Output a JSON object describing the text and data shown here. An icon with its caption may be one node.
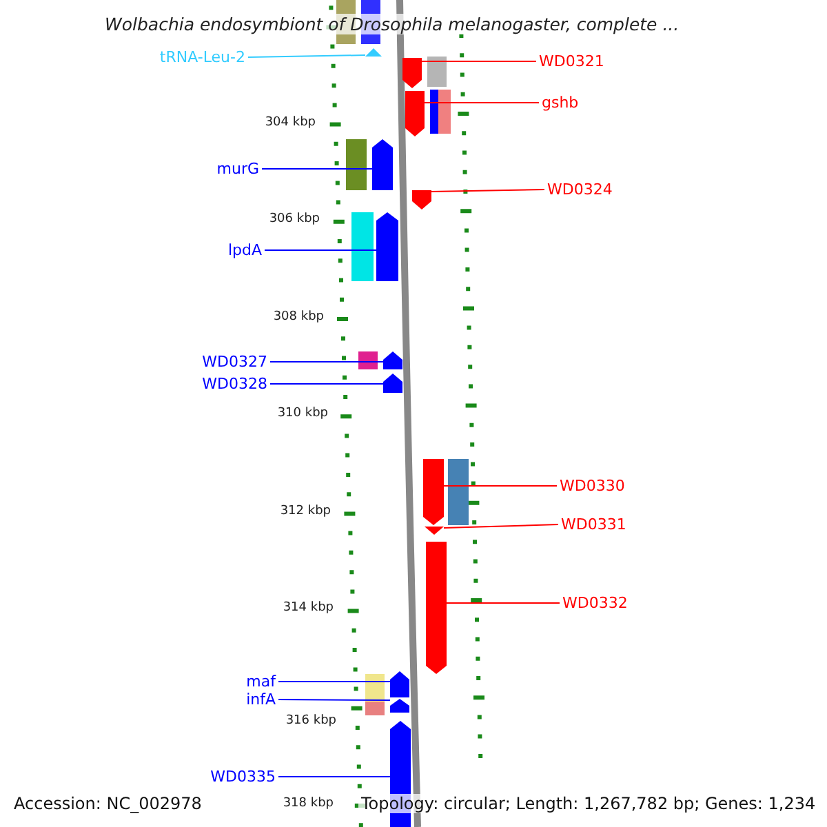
{
  "diagram": {
    "title": "Wolbachia endosymbiont of Drosophila melanogaster, complete ...",
    "nodes": [
      {
        "text": [
          "tRNA-Leu-2"
        ]
      },
      {
        "text": [],
        "shape": "triangle"
      },
      {
        "text": [
          "WD0321"
        ]
      },
      {
        "text": [],
        "shape": "pentagon"
      },
      {
        "text": [
          "gshb"
        ]
      },
      {
        "text": [],
        "shape": "bar"
      },
      {
        "text": [
          "murG"
        ]
      },
      {
        "text": [],
        "shape": "bar"
      },
      {
        "text": [
          "WD0324"
        ]
      },
      {
        "text": [],
        "shape": "pentagon"
      },
      {
        "text": [
          "lpdA"
        ]
      },
      {
        "text": [],
        "shape": "bar"
      },
      {
        "text": [
          "WD0327"
        ]
      },
      {
        "text": [],
        "shape": "pentagon"
      },
      {
        "text": [
          "WD0328"
        ]
      },
      {
        "text": [],
        "shape": "pentagon"
      },
      {
        "text": [
          "WD0330"
        ]
      },
      {
        "text": [],
        "shape": "bar"
      },
      {
        "text": [
          "WD0331"
        ]
      },
      {
        "text": [],
        "shape": "triangle"
      },
      {
        "text": [
          "WD0332"
        ]
      },
      {
        "text": [],
        "shape": "bar"
      },
      {
        "text": [
          "maf"
        ]
      },
      {
        "text": [],
        "shape": "pentagon"
      },
      {
        "text": [
          "infA"
        ]
      },
      {
        "text": [],
        "shape": "pentagon"
      },
      {
        "text": [
          "WD0335"
        ]
      },
      {
        "text": [],
        "shape": "bar"
      }
    ],
    "edges": [
      {
        "from": 0,
        "to": 1,
        "arrow": "none",
        "color": "#33ccff"
      },
      {
        "from": 2,
        "to": 3,
        "arrow": "none",
        "color": "#ff0000"
      },
      {
        "from": 4,
        "to": 5,
        "arrow": "none",
        "color": "#ff0000"
      },
      {
        "from": 6,
        "to": 7,
        "arrow": "none"
      },
      {
        "from": 8,
        "to": 9,
        "arrow": "none",
        "color": "#ff0000"
      },
      {
        "from": 10,
        "to": 11,
        "arrow": "none"
      },
      {
        "from": 12,
        "to": 13,
        "arrow": "none"
      },
      {
        "from": 14,
        "to": 15,
        "arrow": "none"
      },
      {
        "from": 16,
        "to": 17,
        "arrow": "none",
        "color": "#ff0000"
      },
      {
        "from": 18,
        "to": 19,
        "arrow": "none",
        "color": "#ff0000"
      },
      {
        "from": 20,
        "to": 21,
        "arrow": "none",
        "color": "#ff0000"
      },
      {
        "from": 22,
        "to": 23,
        "arrow": "none"
      },
      {
        "from": 24,
        "to": 25,
        "arrow": "none"
      },
      {
        "from": 26,
        "to": 27,
        "arrow": "none"
      }
    ],
    "labels": [
      "304 kbp",
      "306 kbp",
      "308 kbp",
      "310 kbp",
      "312 kbp",
      "314 kbp",
      "316 kbp",
      "318 kbp",
      "Accession: NC_002978",
      "Topology: circular; Length: 1,267,782 bp; Genes: 1,234"
    ]
  }
}
